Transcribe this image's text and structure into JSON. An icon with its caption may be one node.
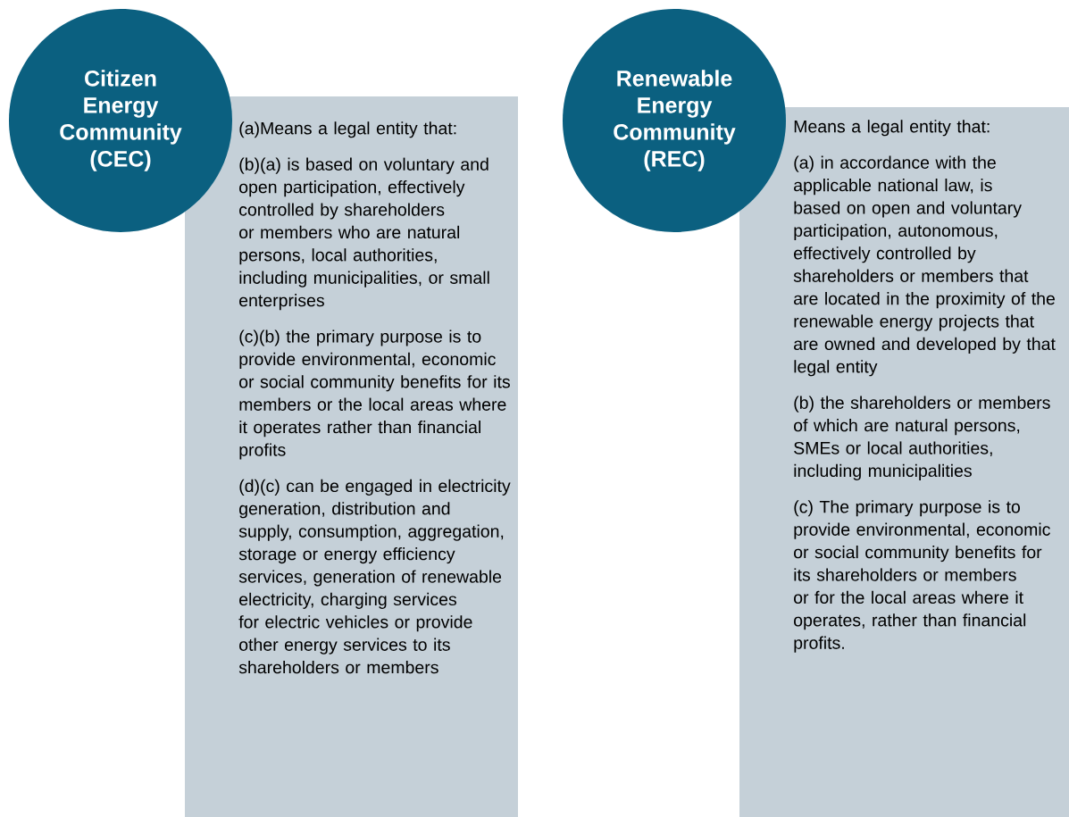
{
  "diagram": {
    "nodes": [
      {
        "text": [
          "Citizen Energy Community (CEC)"
        ]
      },
      {
        "text": [
          "(a)Means a legal entity that:",
          "(b)(a) is based on voluntary and open participation, effectively controlled by shareholders or members who are natural persons, local authorities, including municipalities, or small enterprises",
          "(c)(b) the primary purpose is to provide environmental, economic or social community benefits for its members or the local areas where it operates rather than financial profits",
          "(d)(c) can be engaged in electricity generation, distribution and supply, consumption, aggregation, storage or energy efficiency services, generation of renewable electricity, charging services for electric vehicles or provide other energy services to its shareholders or members"
        ]
      },
      {
        "text": [
          "Renewable Energy Community (REC)"
        ]
      },
      {
        "text": [
          "Means a legal entity that:",
          "(a) in accordance with the applicable national law, is based on open and voluntary participation, autonomous, effectively controlled by shareholders or members that are located in the proximity of the renewable energy projects that are owned and developed by that legal entity",
          "(b) the shareholders or members of which are natural persons, SMEs or local authorities, including municipalities",
          "(c) The primary purpose is to provide environmental, economic or social community benefits for its shareholders or members or for the local areas where it operates, rather than financial profits."
        ]
      }
    ]
  }
}
